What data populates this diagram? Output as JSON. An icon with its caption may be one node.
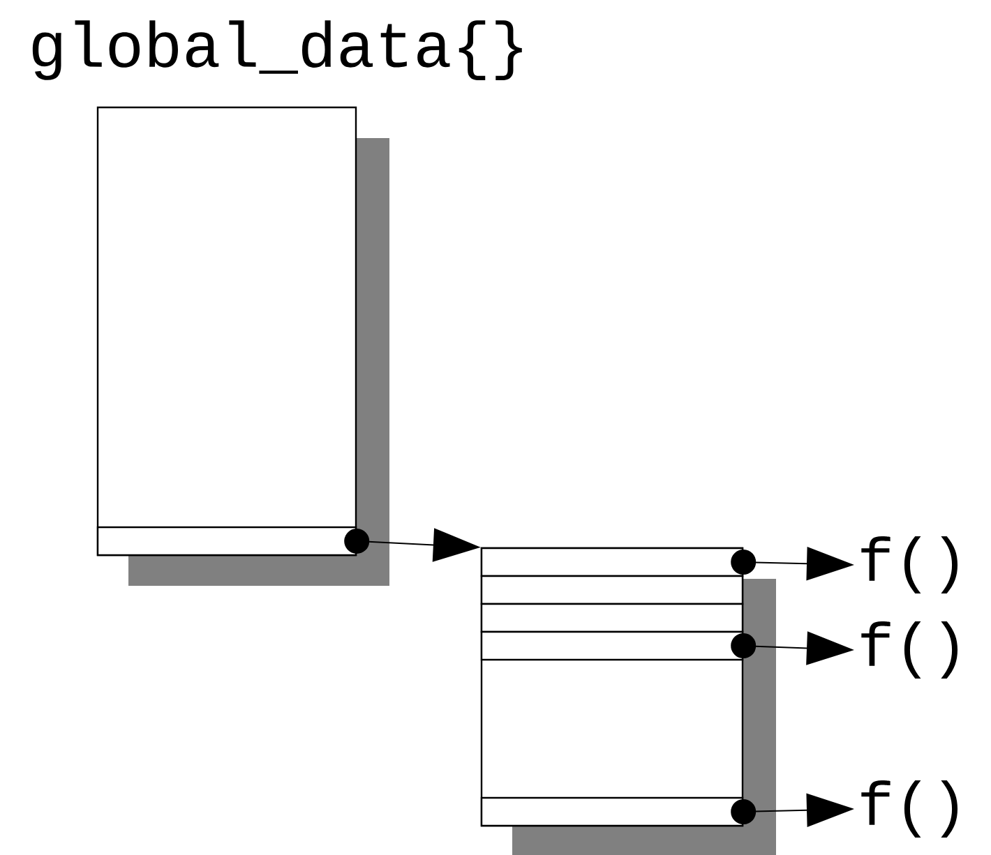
{
  "diagram": {
    "title": "global_data{}",
    "nodes": [
      {
        "text": [],
        "shape": "box"
      },
      {
        "text": [],
        "shape": "box",
        "in": 0
      },
      {
        "text": [],
        "shape": "box"
      },
      {
        "text": [],
        "shape": "box",
        "in": 2
      },
      {
        "text": [],
        "shape": "box",
        "in": 2
      },
      {
        "text": [],
        "shape": "box",
        "in": 2
      },
      {
        "text": [],
        "shape": "box",
        "in": 2
      },
      {
        "text": [],
        "shape": "box",
        "in": 2
      },
      {
        "text": [
          "f()"
        ]
      },
      {
        "text": [
          "f()"
        ]
      },
      {
        "text": [
          "f()"
        ]
      }
    ],
    "edges": [
      {
        "from": 1,
        "to": 2,
        "arrow": "to"
      },
      {
        "from": 3,
        "to": 8,
        "arrow": "to"
      },
      {
        "from": 6,
        "to": 9,
        "arrow": "to"
      },
      {
        "from": 7,
        "to": 10,
        "arrow": "to"
      }
    ]
  }
}
